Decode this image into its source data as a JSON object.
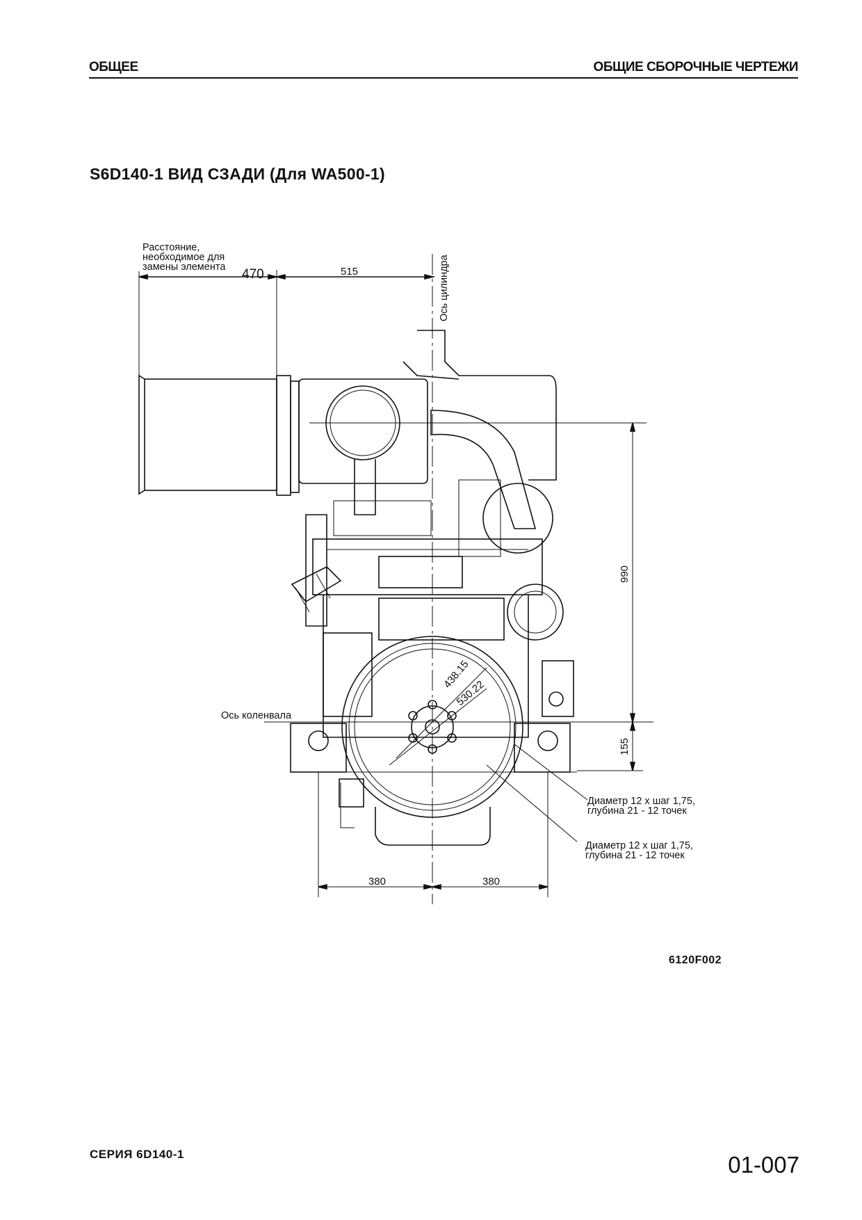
{
  "header": {
    "left": "ОБЩЕЕ",
    "right": "ОБЩИЕ СБОРОЧНЫЕ ЧЕРТЕЖИ"
  },
  "title": "S6D140-1 ВИД СЗАДИ (Для WA500-1)",
  "drawing": {
    "replacement_clearance": [
      "Расстояние,",
      "необходимое для",
      "замены элемента"
    ],
    "dim_470": "470",
    "dim_515": "515",
    "cylinder_axis": "Ось цилиндра",
    "crankshaft_axis": "Ось коленвала",
    "dim_990": "990",
    "dim_155": "155",
    "dim_438": "438.15",
    "dim_530": "530.22",
    "hole_note_1": [
      "Диаметр 12 х шаг 1,75,",
      "глубина 21 - 12 точек"
    ],
    "hole_note_2": [
      "Диаметр 12 х шаг 1,75,",
      "глубина 21 - 12 точек"
    ],
    "dim_380_left": "380",
    "dim_380_right": "380",
    "figure_code": "6120F002"
  },
  "footer": {
    "series": "СЕРИЯ  6D140-1",
    "page_number": "01-007"
  }
}
